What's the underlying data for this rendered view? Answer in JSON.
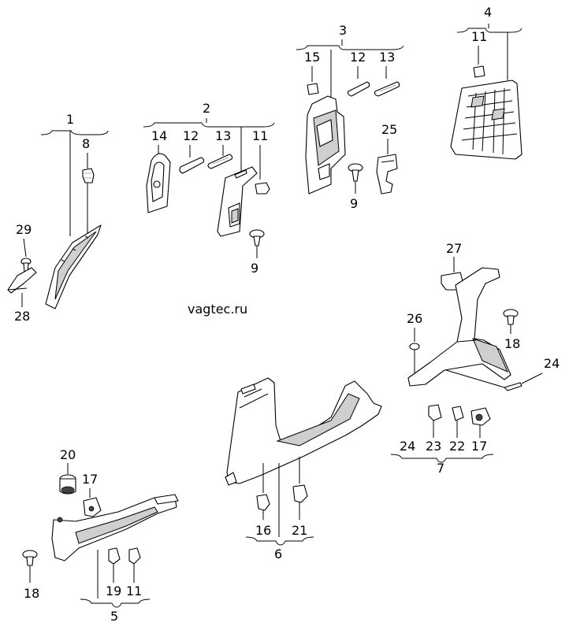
{
  "watermark": "vagtec.ru",
  "labels": {
    "g1": "1",
    "g2": "2",
    "g3": "3",
    "g4": "4",
    "g5": "5",
    "g6": "6",
    "g7": "7",
    "p8": "8",
    "p29": "29",
    "p28": "28",
    "p14": "14",
    "p12a": "12",
    "p13a": "13",
    "p11a": "11",
    "p9a": "9",
    "p15": "15",
    "p12b": "12",
    "p13b": "13",
    "p25": "25",
    "p9b": "9",
    "p11b": "11",
    "p27": "27",
    "p26": "26",
    "p18a": "18",
    "p24a": "24",
    "p24b": "24",
    "p23": "23",
    "p22": "22",
    "p17a": "17",
    "p16": "16",
    "p21": "21",
    "p20": "20",
    "p17b": "17",
    "p18b": "18",
    "p19": "19",
    "p11c": "11"
  }
}
